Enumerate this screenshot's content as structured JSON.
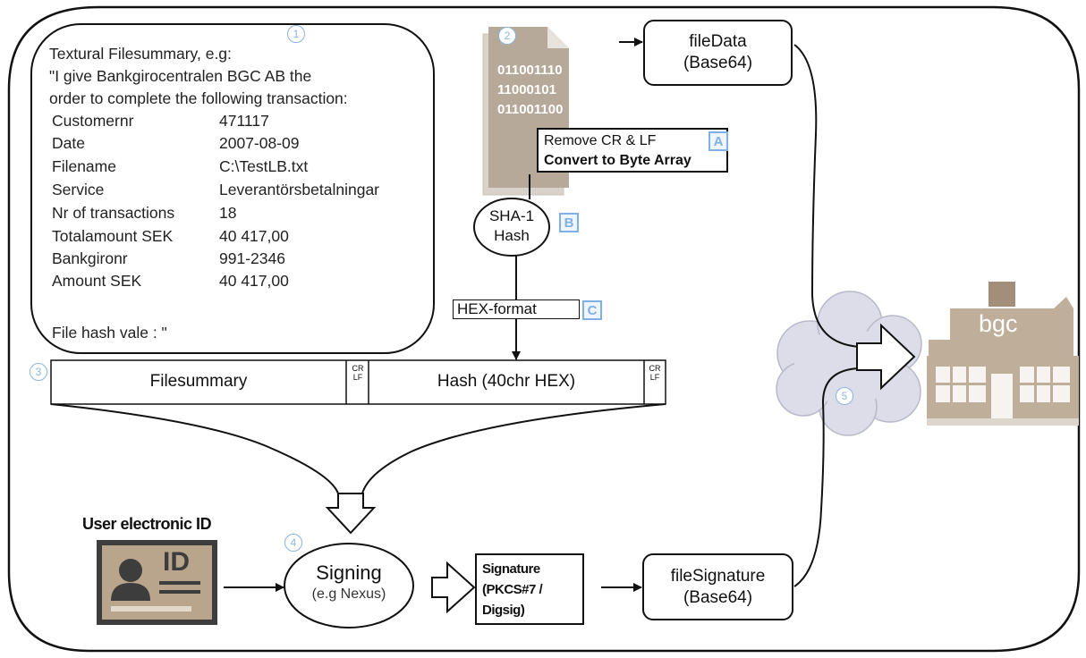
{
  "summary": {
    "intro": "Textural Filesummary, e.g:",
    "line1": "\"I give Bankgirocentralen BGC AB the",
    "line2": "order to complete the following transaction:",
    "rows": [
      {
        "key": "Customernr",
        "value": "471117"
      },
      {
        "key": "Date",
        "value": "2007-08-09"
      },
      {
        "key": "Filename",
        "value": "C:\\TestLB.txt"
      },
      {
        "key": "Service",
        "value": "Leverantörsbetalningar"
      },
      {
        "key": "Nr of transactions",
        "value": "18"
      },
      {
        "key": "Totalamount SEK",
        "value": "40 417,00"
      },
      {
        "key": "Bankgironr",
        "value": "991-2346"
      },
      {
        "key": "Amount SEK",
        "value": "40 417,00"
      }
    ],
    "hash_line": "File hash vale : \""
  },
  "file_binary": [
    "011001110",
    "11000101",
    "011001100"
  ],
  "steps": {
    "n1": "1",
    "n2": "2",
    "n3": "3",
    "n4": "4",
    "n5": "5",
    "a": "A",
    "b": "B",
    "c": "C"
  },
  "process": {
    "remove_crlf": "Remove CR & LF",
    "convert_bytes": "Convert to Byte Array",
    "sha1_line1": "SHA-1",
    "sha1_line2": "Hash",
    "hex_format": "HEX-format"
  },
  "bar": {
    "filesummary": "Filesummary",
    "hash": "Hash (40chr HEX)",
    "cr": "CR",
    "lf": "LF"
  },
  "filedata": {
    "line1": "fileData",
    "line2": "(Base64)"
  },
  "signing": {
    "user_id_label": "User electronic ID",
    "id_card_text": "ID",
    "title": "Signing",
    "subtitle": "(e.g Nexus)",
    "signature_line1": "Signature",
    "signature_line2": "(PKCS#7 /",
    "signature_line3": "Digsig)"
  },
  "filesignature": {
    "line1": "fileSignature",
    "line2": "(Base64)"
  },
  "bgc_logo": "bgc",
  "colors": {
    "accent_blue": "#7fb0e6",
    "paper": "#b7a99a",
    "id_card": "#b9a48c",
    "building": "#bfae99",
    "cloud": "#dcdde8"
  }
}
